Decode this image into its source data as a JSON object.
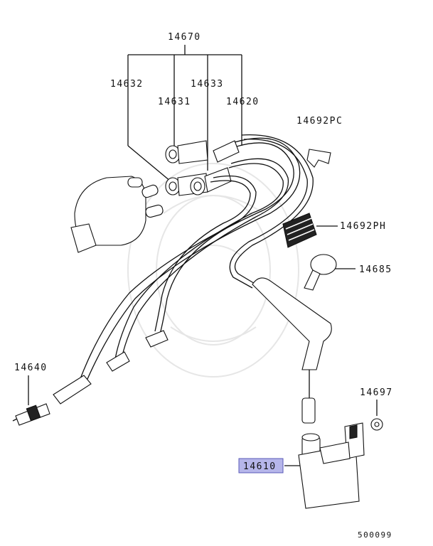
{
  "callouts": {
    "p14670": "14670",
    "p14632": "14632",
    "p14633": "14633",
    "p14631": "14631",
    "p14620": "14620",
    "p14692PC": "14692PC",
    "p14692PH": "14692PH",
    "p14685": "14685",
    "p14640": "14640",
    "p14697": "14697",
    "p14610": "14610"
  },
  "diagram_code": "500099",
  "colors": {
    "highlight": "#b6b6ea",
    "highlight_border": "#5a5ab8"
  }
}
